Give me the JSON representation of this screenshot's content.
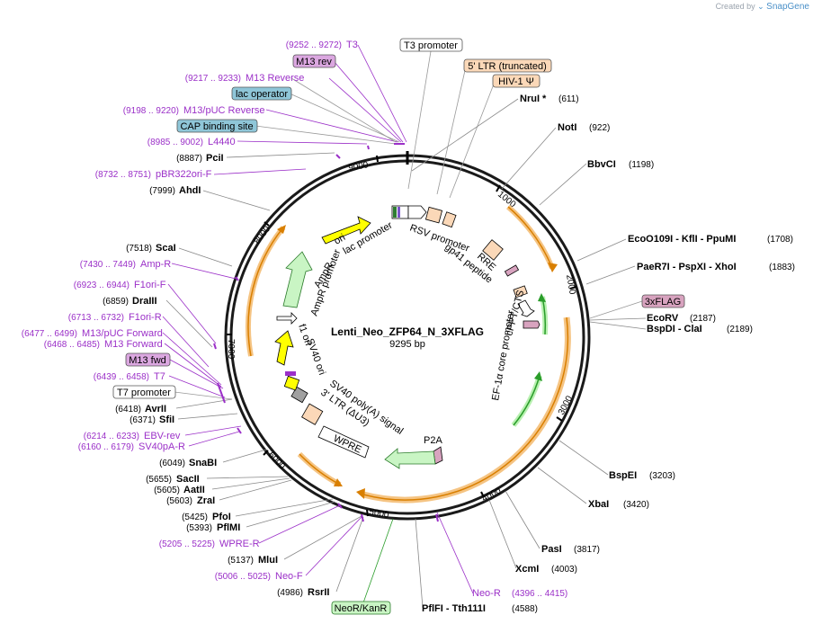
{
  "brand": {
    "created_by": "Created by",
    "name": "SnapGene"
  },
  "plasmid": {
    "name": "Lenti_Neo_ZFP64_N_3XFLAG",
    "size": "9295 bp"
  },
  "ring_ticks": [
    "1000",
    "2000",
    "3000",
    "4000",
    "5000",
    "6000",
    "7000",
    "8000",
    "9000"
  ],
  "colors": {
    "ring": "#1a1a1a",
    "primer": "#9b30c8",
    "site": "#000000",
    "orange_arrow": "#f5c483",
    "green_arrow": "#b8f0b0",
    "yellow_arrow": "#ffff00",
    "lac_box": "#8fc6d8",
    "primer_box": "#dba7e0",
    "feature_peach": "#fbd8b8"
  },
  "boxed_labels": [
    {
      "text": "T3 promoter",
      "style": "white"
    },
    {
      "text": "5' LTR (truncated)",
      "style": "peach"
    },
    {
      "text": "HIV-1 Ψ",
      "style": "peach"
    },
    {
      "text": "M13 rev",
      "style": "purple"
    },
    {
      "text": "lac operator",
      "style": "blue"
    },
    {
      "text": "CAP binding site",
      "style": "blue"
    },
    {
      "text": "3xFLAG",
      "style": "pink"
    },
    {
      "text": "M13 fwd",
      "style": "purple"
    },
    {
      "text": "T7 promoter",
      "style": "white"
    },
    {
      "text": "NeoR/KanR",
      "style": "green"
    }
  ],
  "left_labels": [
    {
      "range": "(9252 .. 9272)",
      "name": "T3",
      "kind": "primer"
    },
    {
      "range": "(9217 .. 9233)",
      "name": "M13 Reverse",
      "kind": "primer"
    },
    {
      "range": "(9198 .. 9220)",
      "name": "M13/pUC Reverse",
      "kind": "primer"
    },
    {
      "range": "(8985 .. 9002)",
      "name": "L4440",
      "kind": "primer"
    },
    {
      "range": "(8887)",
      "name": "PciI",
      "kind": "site"
    },
    {
      "range": "(8732 .. 8751)",
      "name": "pBR322ori-F",
      "kind": "primer"
    },
    {
      "range": "(7999)",
      "name": "AhdI",
      "kind": "site"
    },
    {
      "range": "(7518)",
      "name": "ScaI",
      "kind": "site"
    },
    {
      "range": "(7430 .. 7449)",
      "name": "Amp-R",
      "kind": "primer"
    },
    {
      "range": "(6923 .. 6944)",
      "name": "F1ori-F",
      "kind": "primer"
    },
    {
      "range": "(6859)",
      "name": "DraIII",
      "kind": "site"
    },
    {
      "range": "(6713 .. 6732)",
      "name": "F1ori-R",
      "kind": "primer"
    },
    {
      "range": "(6477 .. 6499)",
      "name": "M13/pUC Forward",
      "kind": "primer"
    },
    {
      "range": "(6468 .. 6485)",
      "name": "M13 Forward",
      "kind": "primer"
    },
    {
      "range": "(6439 .. 6458)",
      "name": "T7",
      "kind": "primer"
    },
    {
      "range": "(6418)",
      "name": "AvrII",
      "kind": "site"
    },
    {
      "range": "(6371)",
      "name": "SfiI",
      "kind": "site"
    },
    {
      "range": "(6214 .. 6233)",
      "name": "EBV-rev",
      "kind": "primer"
    },
    {
      "range": "(6160 .. 6179)",
      "name": "SV40pA-R",
      "kind": "primer"
    },
    {
      "range": "(6049)",
      "name": "SnaBI",
      "kind": "site"
    },
    {
      "range": "(5655)",
      "name": "SacII",
      "kind": "site"
    },
    {
      "range": "(5605)",
      "name": "AatII",
      "kind": "site"
    },
    {
      "range": "(5603)",
      "name": "ZraI",
      "kind": "site"
    },
    {
      "range": "(5425)",
      "name": "PfoI",
      "kind": "site"
    },
    {
      "range": "(5393)",
      "name": "PflMI",
      "kind": "site"
    },
    {
      "range": "(5205 .. 5225)",
      "name": "WPRE-R",
      "kind": "primer"
    },
    {
      "range": "(5137)",
      "name": "MluI",
      "kind": "site"
    },
    {
      "range": "(5006 .. 5025)",
      "name": "Neo-F",
      "kind": "primer"
    },
    {
      "range": "(4986)",
      "name": "RsrII",
      "kind": "site"
    }
  ],
  "right_labels": [
    {
      "name": "NruI *",
      "range": "(611)",
      "kind": "site"
    },
    {
      "name": "NotI",
      "range": "(922)",
      "kind": "site"
    },
    {
      "name": "BbvCI",
      "range": "(1198)",
      "kind": "site"
    },
    {
      "name": "EcoO109I - KflI - PpuMI",
      "range": "(1708)",
      "kind": "site"
    },
    {
      "name": "PaeR7I - PspXI - XhoI",
      "range": "(1883)",
      "kind": "site"
    },
    {
      "name": "EcoRV",
      "range": "(2187)",
      "kind": "site"
    },
    {
      "name": "BspDI - ClaI",
      "range": "(2189)",
      "kind": "site"
    },
    {
      "name": "BspEI",
      "range": "(3203)",
      "kind": "site"
    },
    {
      "name": "XbaI",
      "range": "(3420)",
      "kind": "site"
    },
    {
      "name": "PasI",
      "range": "(3817)",
      "kind": "site"
    },
    {
      "name": "XcmI",
      "range": "(4003)",
      "kind": "site"
    },
    {
      "name": "Neo-R",
      "range": "(4396 .. 4415)",
      "kind": "primer"
    },
    {
      "name": "PflFI - Tth111I",
      "range": "(4588)",
      "kind": "site"
    }
  ],
  "inner_labels": [
    "lac promoter",
    "RSV promoter",
    "RRE",
    "gp41 peptide",
    "cPPT/CTS",
    "EF-1α core promoter",
    "P2A",
    "WPRE",
    "3' LTR (ΔU3)",
    "SV40 poly(A) signal",
    "SV40 ori",
    "f1 ori",
    "AmpR promoter",
    "AmpR",
    "ori"
  ]
}
